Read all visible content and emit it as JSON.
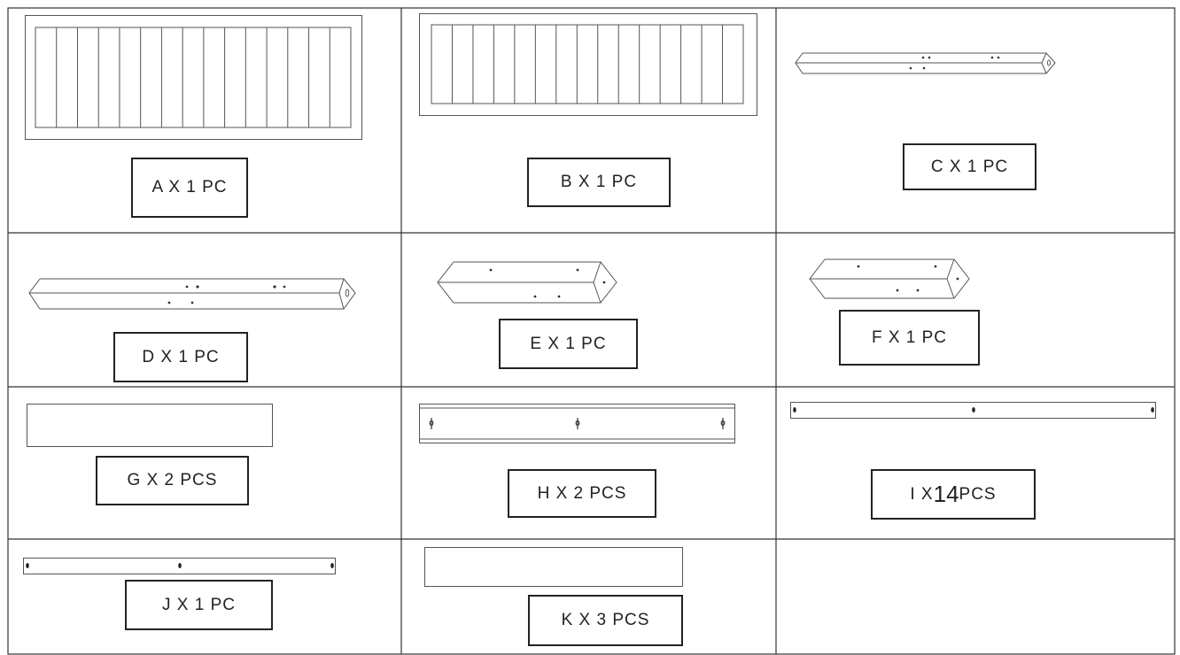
{
  "parts": [
    {
      "letter": "A",
      "label": "A X 1 PC"
    },
    {
      "letter": "B",
      "label": "B X 1 PC"
    },
    {
      "letter": "C",
      "label": "C X 1 PC"
    },
    {
      "letter": "D",
      "label": "D X 1 PC"
    },
    {
      "letter": "E",
      "label": "E X 1 PC"
    },
    {
      "letter": "F",
      "label": "F X 1 PC"
    },
    {
      "letter": "G",
      "label": "G X 2 PCS"
    },
    {
      "letter": "H",
      "label": "H X 2 PCS"
    },
    {
      "letter": "I",
      "label_prefix": "I X",
      "label_qty": "14",
      "label_suffix": " PCS"
    },
    {
      "letter": "J",
      "label": "J X 1 PC"
    },
    {
      "letter": "K",
      "label": "K X 3 PCS"
    }
  ]
}
